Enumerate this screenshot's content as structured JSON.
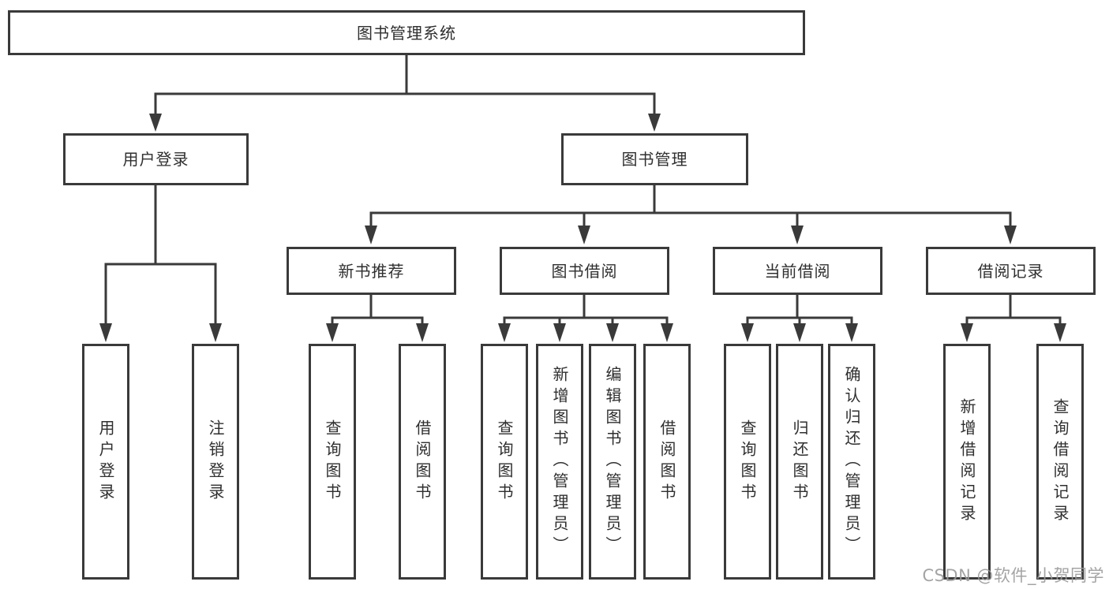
{
  "colors": {
    "line": "#3a3a3a",
    "border": "#3a3a3a",
    "text": "#2f2f2f",
    "watermark": "#9b9b9b",
    "bg": "#ffffff"
  },
  "watermark": {
    "text": "CSDN @软件_小贺同学"
  },
  "nodes": {
    "root": {
      "label": "图书管理系统"
    },
    "level2": [
      {
        "label": "用户登录"
      },
      {
        "label": "图书管理"
      }
    ],
    "level3": [
      {
        "label": "新书推荐"
      },
      {
        "label": "图书借阅"
      },
      {
        "label": "当前借阅"
      },
      {
        "label": "借阅记录"
      }
    ],
    "leaves": [
      {
        "label": "用户登录"
      },
      {
        "label": "注销登录"
      },
      {
        "label": "查询图书"
      },
      {
        "label": "借阅图书"
      },
      {
        "label": "查询图书"
      },
      {
        "label": "新增图书（管理员）"
      },
      {
        "label": "编辑图书（管理员）"
      },
      {
        "label": "借阅图书"
      },
      {
        "label": "查询图书"
      },
      {
        "label": "归还图书"
      },
      {
        "label": "确认归还（管理员）"
      },
      {
        "label": "新增借阅记录"
      },
      {
        "label": "查询借阅记录"
      }
    ]
  }
}
